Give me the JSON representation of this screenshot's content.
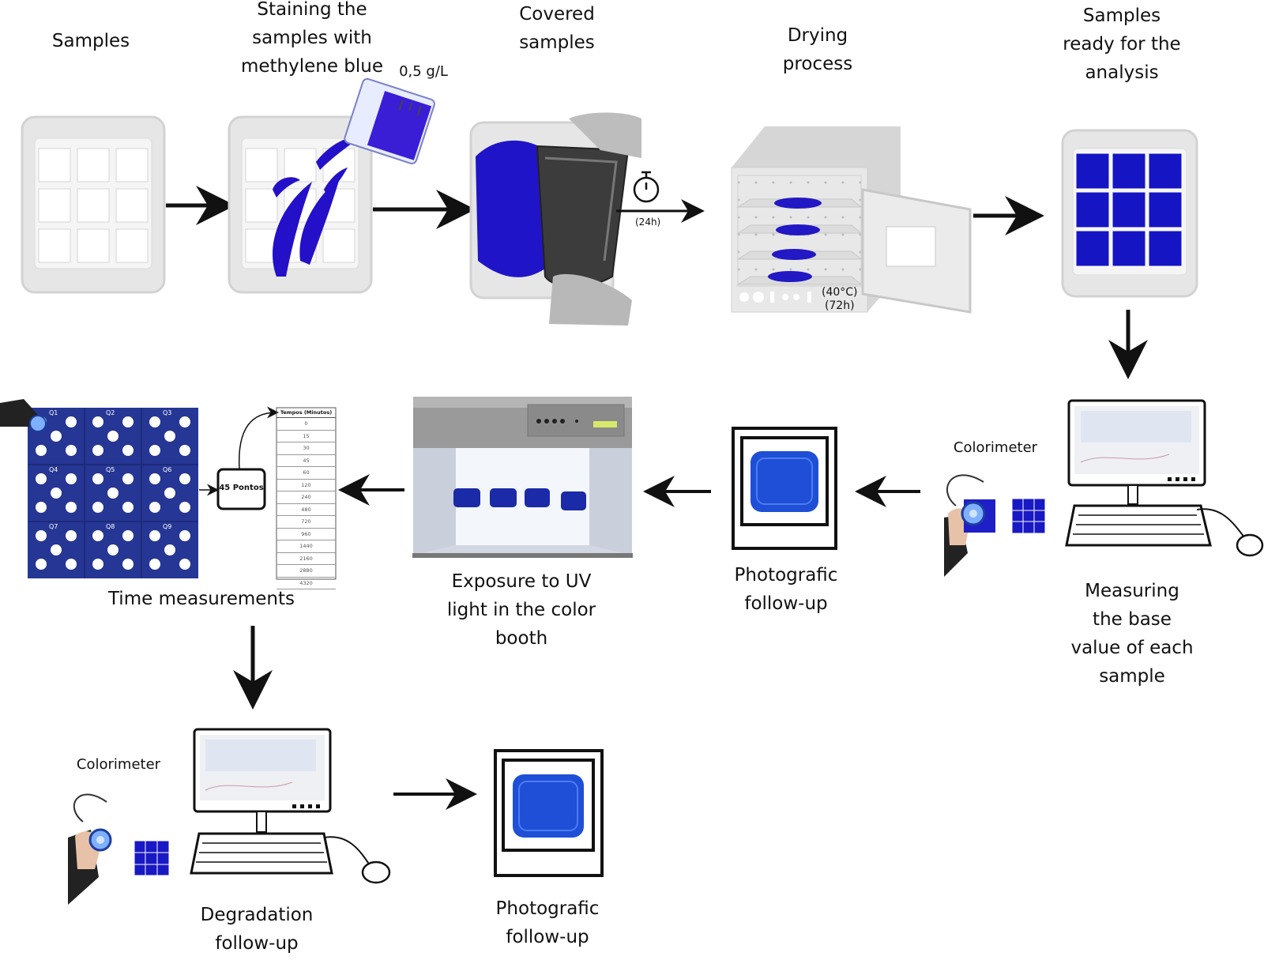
{
  "colors": {
    "stain_blue": "#1f14c8",
    "tray_gray": "#e4e4e4",
    "sample_navy": "#263694",
    "towel_blue": "#1d4fd8"
  },
  "steps": {
    "samples": "Samples",
    "staining": "Staining the\nsamples with\nmethylene blue",
    "concentration": "0,5 g/L",
    "covered": "Covered\nsamples",
    "cover_time": "(24h)",
    "drying": "Drying\nprocess",
    "oven_settings": "(40°C)\n(72h)",
    "ready": "Samples\nready for the\nanalysis",
    "measuring": "Measuring\nthe base\nvalue of each\nsample",
    "colorimeter_1": "Colorimeter",
    "photo_1": "Photografic\nfollow-up",
    "uv_exposure": "Exposure to UV\nlight in the color\nbooth",
    "time_measurements": "Time measurements",
    "points": "45 Pontos",
    "colorimeter_2": "Colorimeter",
    "degradation": "Degradation\nfollow-up",
    "photo_2": "Photografic\nfollow-up"
  },
  "grid_labels": [
    "Q1",
    "Q2",
    "Q3",
    "Q4",
    "Q5",
    "Q6",
    "Q7",
    "Q8",
    "Q9"
  ],
  "time_table": {
    "header": "Tempos (Minutos)",
    "rows": [
      "0",
      "15",
      "30",
      "45",
      "60",
      "120",
      "240",
      "480",
      "720",
      "960",
      "1440",
      "2160",
      "2880",
      "4320"
    ]
  },
  "icons": [
    "tray-icon",
    "beaker-icon",
    "stopwatch-icon",
    "oven-icon",
    "monitor-icon",
    "keyboard-icon",
    "mouse-icon",
    "colorimeter-icon",
    "uv-booth-icon",
    "photo-frame-icon",
    "arrow-icon"
  ]
}
